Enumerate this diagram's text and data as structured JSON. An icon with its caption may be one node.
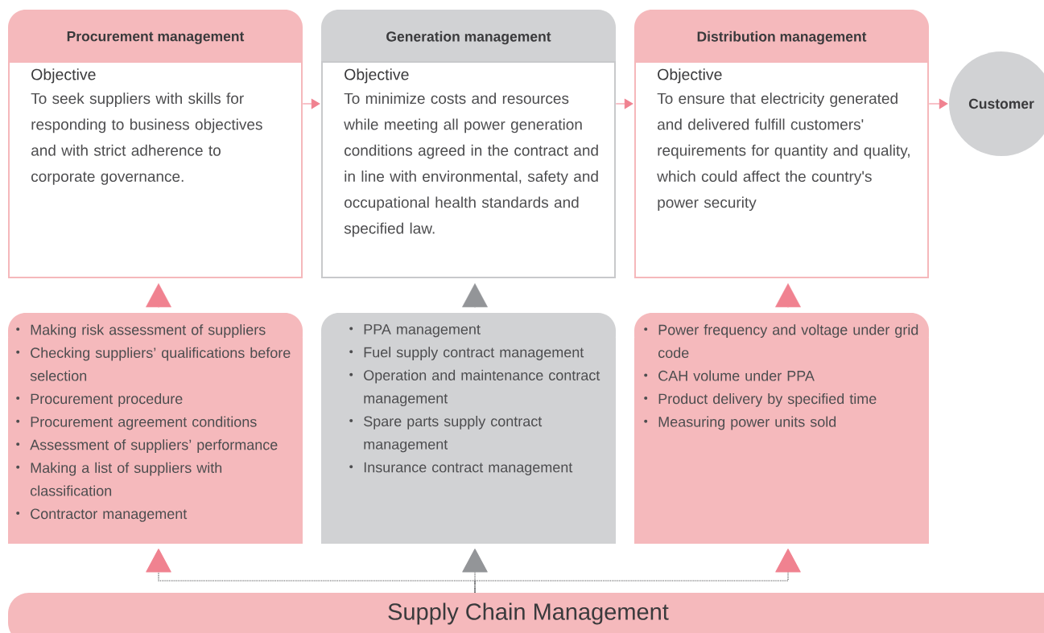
{
  "diagram": {
    "nodes": [
      {
        "text": [
          "Procurement management",
          "Objective",
          "To seek suppliers with skills for responding to business objectives and with strict adherence to corporate governance."
        ]
      },
      {
        "text": [
          "Generation management",
          "Objective",
          "To minimize costs and resources while meeting all power generation conditions agreed in the contract and in line with environmental, safety and occupational health standards and specified law."
        ]
      },
      {
        "text": [
          "Distribution management",
          "Objective",
          "To ensure that electricity generated and delivered fulfill customers' requirements for quantity and quality, which could affect the country's power security"
        ]
      },
      {
        "text": [
          "Customer"
        ]
      },
      {
        "text": [
          "Making risk assessment of suppliers",
          "Checking suppliers’ qualifications before selection",
          "Procurement procedure",
          "Procurement agreement conditions",
          "Assessment of suppliers’ performance",
          "Making a list of suppliers with classification",
          "Contractor management"
        ]
      },
      {
        "text": [
          "PPA management",
          "Fuel supply contract management",
          "Operation and maintenance contract management",
          "Spare parts supply contract management",
          "Insurance contract management"
        ]
      },
      {
        "text": [
          "Power frequency and voltage under grid code",
          "CAH volume under PPA",
          "Product delivery by specified time",
          "Measuring power units sold"
        ]
      },
      {
        "text": [
          "Supply Chain Management"
        ]
      }
    ],
    "edges": [
      {
        "from": 0,
        "to": 1,
        "arrow": "to"
      },
      {
        "from": 1,
        "to": 2,
        "arrow": "to"
      },
      {
        "from": 2,
        "to": 3,
        "arrow": "to"
      },
      {
        "from": 4,
        "to": 0,
        "arrow": "to"
      },
      {
        "from": 5,
        "to": 1,
        "arrow": "to",
        "color": "#939598"
      },
      {
        "from": 6,
        "to": 2,
        "arrow": "to"
      },
      {
        "from": 7,
        "to": 4,
        "arrow": "to",
        "style": "dashed",
        "color": "#58595b"
      },
      {
        "from": 7,
        "to": 5,
        "arrow": "to",
        "style": "dashed",
        "color": "#58595b"
      },
      {
        "from": 7,
        "to": 6,
        "arrow": "to",
        "style": "dashed",
        "color": "#58595b"
      }
    ]
  }
}
